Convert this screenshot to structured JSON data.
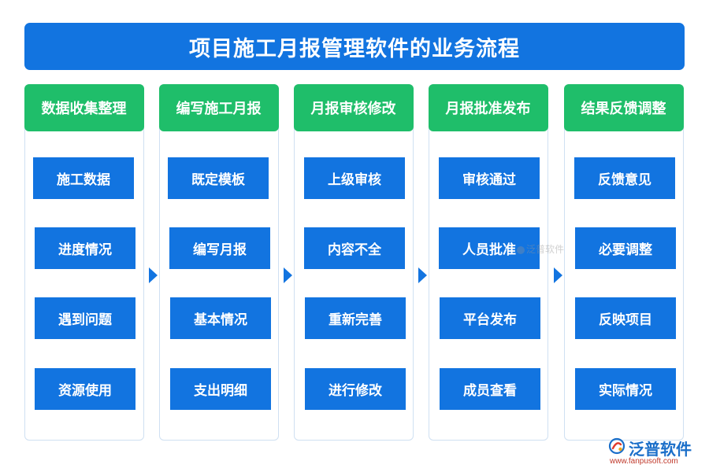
{
  "title": "项目施工月报管理软件的业务流程",
  "columns": [
    {
      "header": "数据收集整理",
      "steps": [
        "施工数据",
        "进度情况",
        "遇到问题",
        "资源使用"
      ]
    },
    {
      "header": "编写施工月报",
      "steps": [
        "既定模板",
        "编写月报",
        "基本情况",
        "支出明细"
      ]
    },
    {
      "header": "月报审核修改",
      "steps": [
        "上级审核",
        "内容不全",
        "重新完善",
        "进行修改"
      ]
    },
    {
      "header": "月报批准发布",
      "steps": [
        "审核通过",
        "人员批准",
        "平台发布",
        "成员查看"
      ]
    },
    {
      "header": "结果反馈调整",
      "steps": [
        "反馈意见",
        "必要调整",
        "反映项目",
        "实际情况"
      ]
    }
  ],
  "colors": {
    "title_bg": "#1274e0",
    "header_bg": "#1fbe6a",
    "step_bg": "#1274e0",
    "border": "#cfe0f2"
  },
  "watermark": "泛普软件",
  "logo": {
    "name": "泛普软件",
    "url": "www.fanpusoft.com",
    "icon": "fanpu-logo-icon"
  }
}
